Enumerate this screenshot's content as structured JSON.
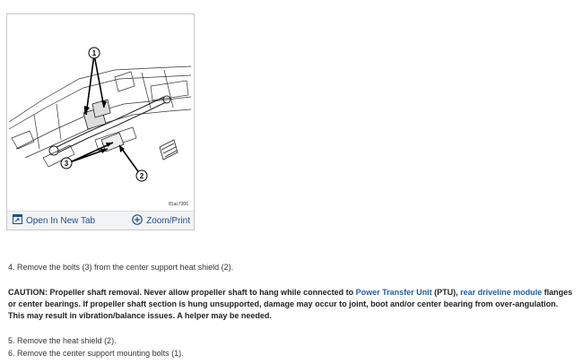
{
  "figure": {
    "callouts": [
      "1",
      "2",
      "3"
    ],
    "image_code": "81ac7306",
    "open_tab_label": "Open In New Tab",
    "zoom_label": "Zoom/Print",
    "open_tab_icon": "open-in-new-tab-icon",
    "zoom_icon": "zoom-plus-icon"
  },
  "steps": [
    "4. Remove the bolts (3) from the center support heat shield (2).",
    "5. Remove the heat shield (2).",
    "6. Remove the center support mounting bolts (1)."
  ],
  "caution": {
    "prefix": "CAUTION:  Propeller shaft removal. Never allow propeller shaft to hang while connected to ",
    "link1": "Power Transfer Unit",
    "mid1": " (PTU), ",
    "link2": "rear driveline module",
    "suffix": " flanges or center bearings. If propeller shaft section is hung unsupported, damage may occur to joint, boot and/or center bearing from over-angulation. This may result in vibration/balance issues. A helper may be needed."
  },
  "colors": {
    "link": "#1f5fa8",
    "toolbar_text": "#1f4e8c",
    "toolbar_bg": "#f1f3f5"
  }
}
